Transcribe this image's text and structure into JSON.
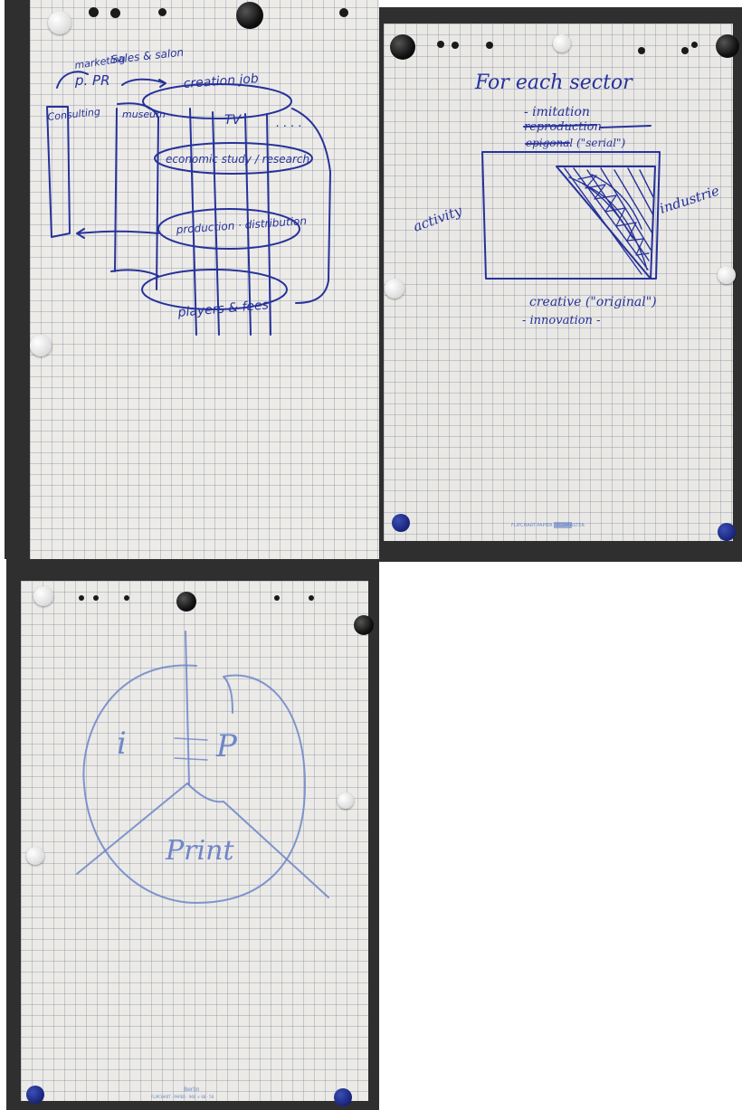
{
  "panel_left": {
    "words": {
      "marketing": "marketing",
      "sales": "Sales & salon",
      "pr": "p. PR",
      "creation": "creation job",
      "consulting": "Consulting",
      "museum": "museum",
      "tv": "TV",
      "dots": ". . . .",
      "economic": "economic study / research",
      "production": "production · distribution",
      "players": "players & fees"
    }
  },
  "panel_right": {
    "title": "For each sector",
    "imitation": "- imitation",
    "reproduction": "reproduction",
    "epigonal": "epigonal",
    "serial": "(\"serial\")",
    "activity": "activity",
    "industrie": "industrie",
    "creative": "creative (\"original\")",
    "innovation": "- innovation -",
    "footer_brand": "FLIPCHART-PAPIER LEGAMASTER"
  },
  "panel_bottom": {
    "letter_i": "i",
    "letter_p": "P",
    "print_word": "Print",
    "footer_brand": "Berlin",
    "footer_line": "FLIPCHART · PAPER · 960 × 68 · 50"
  }
}
